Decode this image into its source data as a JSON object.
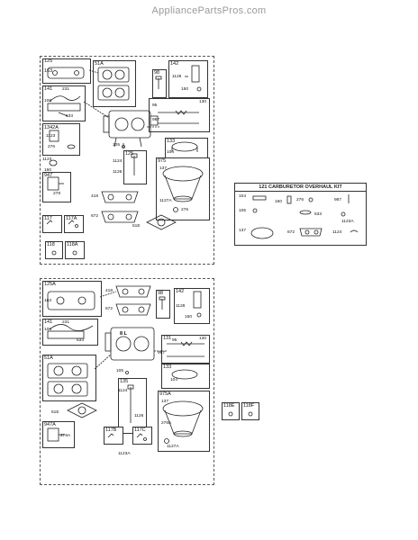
{
  "header": {
    "site": "AppliancePartsPros.com"
  },
  "panel1": {
    "labels": {
      "l125": "125",
      "l163": "163",
      "l51A": "51A",
      "l98": "98",
      "l142": "142",
      "l1128": "1128",
      "l150": "150",
      "l141": "141",
      "l231": "231",
      "l108": "108",
      "l633": "633",
      "l1342A": "1342A",
      "l1123": "1123",
      "l276": "276",
      "l95": "95",
      "l130": "130",
      "l987": "987",
      "l105": "105",
      "l133": "133",
      "l104": "104",
      "l1123b": "1123",
      "l160": "160",
      "l947": "947",
      "l278": "278",
      "l125b": "125",
      "l1124": "1124",
      "l1126": "1126",
      "l975": "975",
      "l137": "137",
      "l418": "418",
      "l672": "672",
      "l1127A": "1127A",
      "l276b": "276",
      "l117": "117",
      "l117A": "117A",
      "l51E": "51E",
      "l118": "118",
      "l118A": "118A"
    }
  },
  "kit": {
    "title": "121 CARBURETOR OVERHAUL KIT",
    "labels": {
      "k104": "104",
      "k160": "160",
      "k276": "276",
      "k987": "987",
      "k105": "105",
      "k633": "633",
      "k1123A": "1123A",
      "k137": "137",
      "k672": "672",
      "k1124": "1124"
    }
  },
  "panel2": {
    "labels": {
      "l125A": "125A",
      "l418": "418",
      "l98": "98",
      "l142": "142",
      "l163": "163",
      "l672": "672",
      "l1128": "1128",
      "l150": "150",
      "l141": "141",
      "l231": "231",
      "l108": "108",
      "l633": "633",
      "l131": "131",
      "l95": "95",
      "l130": "130",
      "l987": "987",
      "l51A": "51A",
      "l105": "105",
      "l133": "133",
      "l104": "104",
      "l135": "135",
      "l1124": "1124",
      "l1126": "1126",
      "l975A": "975A",
      "l137": "137",
      "l276A": "276A",
      "l51E": "51E",
      "l947A": "947A",
      "l276Ab": "276A",
      "l117B": "117B",
      "l117C": "117C",
      "l1127A": "1127A",
      "l1123A": "1123A",
      "l118E": "118E",
      "l118F": "118F",
      "l8L": "8 L"
    }
  }
}
